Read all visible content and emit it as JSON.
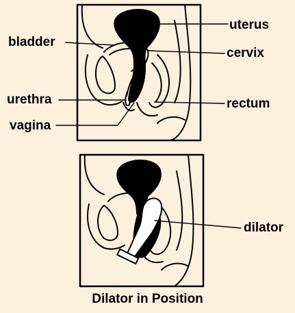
{
  "diagram": {
    "top_panel": {
      "labels": {
        "uterus": "uterus",
        "bladder": "bladder",
        "cervix": "cervix",
        "urethra": "urethra",
        "rectum": "rectum",
        "vagina": "vagina"
      }
    },
    "bottom_panel": {
      "labels": {
        "dilator": "dilator"
      }
    },
    "caption": "Dilator in Position"
  },
  "colors": {
    "background": "#fdf1de",
    "line": "#000000",
    "fill_dark": "#000000",
    "dilator_fill": "#ffffff"
  }
}
